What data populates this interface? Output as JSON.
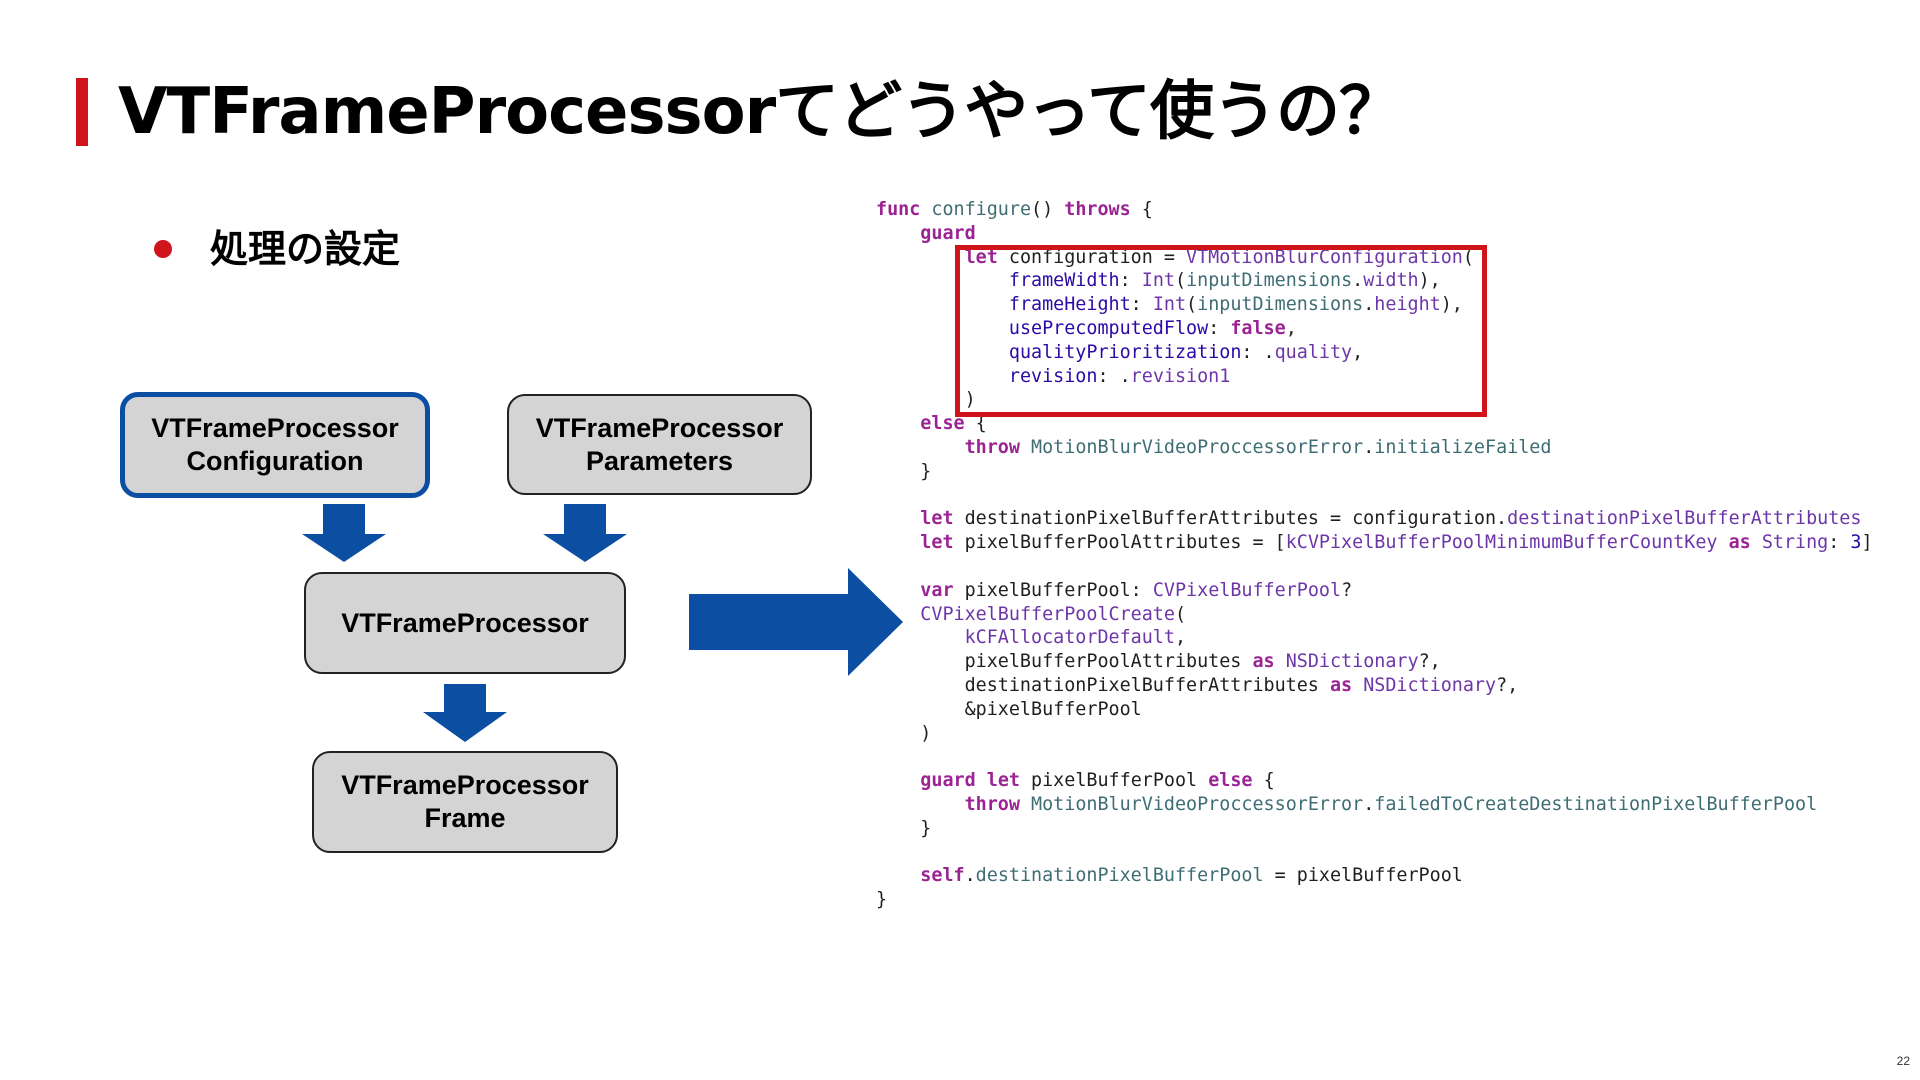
{
  "slide": {
    "title": "VTFrameProcessorてどうやって使うの？",
    "bullet": "処理の設定",
    "page_number": "22"
  },
  "colors": {
    "accent_red": "#d0141c",
    "arrow_blue": "#0b4ea2",
    "node_fill": "#d4d4d4",
    "keyword": "#9b2393",
    "type": "#6c36a9",
    "function": "#3e6d74"
  },
  "diagram": {
    "nodes": [
      {
        "id": "configuration",
        "line1": "VTFrameProcessor",
        "line2": "Configuration",
        "highlighted": true
      },
      {
        "id": "parameters",
        "line1": "VTFrameProcessor",
        "line2": "Parameters",
        "highlighted": false
      },
      {
        "id": "processor",
        "line1": "VTFrameProcessor",
        "line2": "",
        "highlighted": false
      },
      {
        "id": "frame",
        "line1": "VTFrameProcessor",
        "line2": "Frame",
        "highlighted": false
      }
    ],
    "edges": [
      {
        "from": "configuration",
        "to": "processor"
      },
      {
        "from": "parameters",
        "to": "processor"
      },
      {
        "from": "processor",
        "to": "frame"
      }
    ]
  },
  "code": {
    "language": "swift",
    "highlighted_lines": [
      2,
      8
    ],
    "lines": [
      [
        [
          "kw",
          "func "
        ],
        [
          "fn",
          "configure"
        ],
        [
          "",
          "() "
        ],
        [
          "kw",
          "throws"
        ],
        [
          "",
          " {"
        ]
      ],
      [
        [
          "",
          "    "
        ],
        [
          "kw",
          "guard"
        ]
      ],
      [
        [
          "",
          "        "
        ],
        [
          "kw",
          "let"
        ],
        [
          "",
          " configuration = "
        ],
        [
          "ty",
          "VTMotionBlurConfiguration"
        ],
        [
          "",
          "("
        ]
      ],
      [
        [
          "",
          "            "
        ],
        [
          "pr",
          "frameWidth"
        ],
        [
          "",
          ": "
        ],
        [
          "ty",
          "Int"
        ],
        [
          "",
          "("
        ],
        [
          "fn",
          "inputDimensions"
        ],
        [
          "",
          "."
        ],
        [
          "ty",
          "width"
        ],
        [
          "",
          "),"
        ]
      ],
      [
        [
          "",
          "            "
        ],
        [
          "pr",
          "frameHeight"
        ],
        [
          "",
          ": "
        ],
        [
          "ty",
          "Int"
        ],
        [
          "",
          "("
        ],
        [
          "fn",
          "inputDimensions"
        ],
        [
          "",
          "."
        ],
        [
          "ty",
          "height"
        ],
        [
          "",
          "),"
        ]
      ],
      [
        [
          "",
          "            "
        ],
        [
          "pr",
          "usePrecomputedFlow"
        ],
        [
          "",
          ": "
        ],
        [
          "kw",
          "false"
        ],
        [
          "",
          ","
        ]
      ],
      [
        [
          "",
          "            "
        ],
        [
          "pr",
          "qualityPrioritization"
        ],
        [
          "",
          ": ."
        ],
        [
          "ty",
          "quality"
        ],
        [
          "",
          ","
        ]
      ],
      [
        [
          "",
          "            "
        ],
        [
          "pr",
          "revision"
        ],
        [
          "",
          ": ."
        ],
        [
          "ty",
          "revision1"
        ]
      ],
      [
        [
          "",
          "        )"
        ]
      ],
      [
        [
          "",
          "    "
        ],
        [
          "kw",
          "else"
        ],
        [
          "",
          " {"
        ]
      ],
      [
        [
          "",
          "        "
        ],
        [
          "kw",
          "throw"
        ],
        [
          "",
          " "
        ],
        [
          "fn",
          "MotionBlurVideoProccessorError"
        ],
        [
          "",
          "."
        ],
        [
          "fn",
          "initializeFailed"
        ]
      ],
      [
        [
          "",
          "    }"
        ]
      ],
      [
        [
          "",
          ""
        ]
      ],
      [
        [
          "",
          "    "
        ],
        [
          "kw",
          "let"
        ],
        [
          "",
          " destinationPixelBufferAttributes = configuration."
        ],
        [
          "ty",
          "destinationPixelBufferAttributes"
        ]
      ],
      [
        [
          "",
          "    "
        ],
        [
          "kw",
          "let"
        ],
        [
          "",
          " pixelBufferPoolAttributes = ["
        ],
        [
          "ty",
          "kCVPixelBufferPoolMinimumBufferCountKey"
        ],
        [
          "",
          " "
        ],
        [
          "kw",
          "as"
        ],
        [
          "",
          " "
        ],
        [
          "ty",
          "String"
        ],
        [
          "",
          ": "
        ],
        [
          "pr",
          "3"
        ],
        [
          "",
          "]"
        ]
      ],
      [
        [
          "",
          ""
        ]
      ],
      [
        [
          "",
          "    "
        ],
        [
          "kw",
          "var"
        ],
        [
          "",
          " pixelBufferPool: "
        ],
        [
          "ty",
          "CVPixelBufferPool"
        ],
        [
          "",
          "?"
        ]
      ],
      [
        [
          "",
          "    "
        ],
        [
          "ty",
          "CVPixelBufferPoolCreate"
        ],
        [
          "",
          "("
        ]
      ],
      [
        [
          "",
          "        "
        ],
        [
          "ty",
          "kCFAllocatorDefault"
        ],
        [
          "",
          ","
        ]
      ],
      [
        [
          "",
          "        pixelBufferPoolAttributes "
        ],
        [
          "kw",
          "as"
        ],
        [
          "",
          " "
        ],
        [
          "ty",
          "NSDictionary"
        ],
        [
          "",
          "?,"
        ]
      ],
      [
        [
          "",
          "        destinationPixelBufferAttributes "
        ],
        [
          "kw",
          "as"
        ],
        [
          "",
          " "
        ],
        [
          "ty",
          "NSDictionary"
        ],
        [
          "",
          "?,"
        ]
      ],
      [
        [
          "",
          "        &pixelBufferPool"
        ]
      ],
      [
        [
          "",
          "    )"
        ]
      ],
      [
        [
          "",
          ""
        ]
      ],
      [
        [
          "",
          "    "
        ],
        [
          "kw",
          "guard"
        ],
        [
          "",
          " "
        ],
        [
          "kw",
          "let"
        ],
        [
          "",
          " pixelBufferPool "
        ],
        [
          "kw",
          "else"
        ],
        [
          "",
          " {"
        ]
      ],
      [
        [
          "",
          "        "
        ],
        [
          "kw",
          "throw"
        ],
        [
          "",
          " "
        ],
        [
          "fn",
          "MotionBlurVideoProccessorError"
        ],
        [
          "",
          "."
        ],
        [
          "fn",
          "failedToCreateDestinationPixelBufferPool"
        ]
      ],
      [
        [
          "",
          "    }"
        ]
      ],
      [
        [
          "",
          ""
        ]
      ],
      [
        [
          "",
          "    "
        ],
        [
          "kw",
          "self"
        ],
        [
          "",
          "."
        ],
        [
          "fn",
          "destinationPixelBufferPool"
        ],
        [
          "",
          " = pixelBufferPool"
        ]
      ],
      [
        [
          "",
          "}"
        ]
      ]
    ]
  }
}
